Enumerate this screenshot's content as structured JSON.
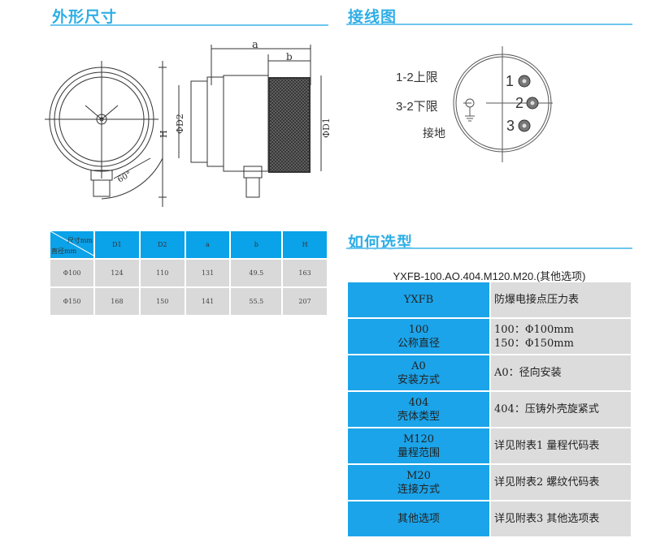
{
  "sections": {
    "dimensions": "外形尺寸",
    "wiring": "接线图",
    "selection": "如何选型"
  },
  "drawing_labels": {
    "a": "a",
    "b": "b",
    "d1": "ΦD1",
    "d2": "ΦD2",
    "h": "H",
    "angle": "60°"
  },
  "wiring": {
    "upper": "1-2上限",
    "lower": "3-2下限",
    "ground": "接地",
    "pins": [
      "1",
      "2",
      "3"
    ]
  },
  "dim_table": {
    "corner_top": "尺寸mm",
    "corner_bottom": "直径mm",
    "headers": [
      "D1",
      "D2",
      "a",
      "b",
      "H"
    ],
    "rows": [
      {
        "d": "Φ100",
        "v": [
          "124",
          "110",
          "131",
          "49.5",
          "163"
        ]
      },
      {
        "d": "Φ150",
        "v": [
          "168",
          "150",
          "141",
          "55.5",
          "207"
        ]
      }
    ]
  },
  "model": "YXFB-100.AO.404.M120.M20.(其他选项)",
  "sel_table": [
    {
      "k1": "YXFB",
      "k2": "",
      "v1": "防爆电接点压力表",
      "v2": ""
    },
    {
      "k1": "100",
      "k2": "公称直径",
      "v1": "100：Φ100mm",
      "v2": "150：Φ150mm"
    },
    {
      "k1": "A0",
      "k2": "安装方式",
      "v1": "A0：径向安装",
      "v2": ""
    },
    {
      "k1": "404",
      "k2": "壳体类型",
      "v1": "404：压铸外壳旋紧式",
      "v2": ""
    },
    {
      "k1": "M120",
      "k2": "量程范围",
      "v1": "详见附表1  量程代码表",
      "v2": ""
    },
    {
      "k1": "M20",
      "k2": "连接方式",
      "v1": "详见附表2  螺纹代码表",
      "v2": ""
    },
    {
      "k1": "其他选项",
      "k2": "",
      "v1": "详见附表3  其他选项表",
      "v2": ""
    }
  ]
}
